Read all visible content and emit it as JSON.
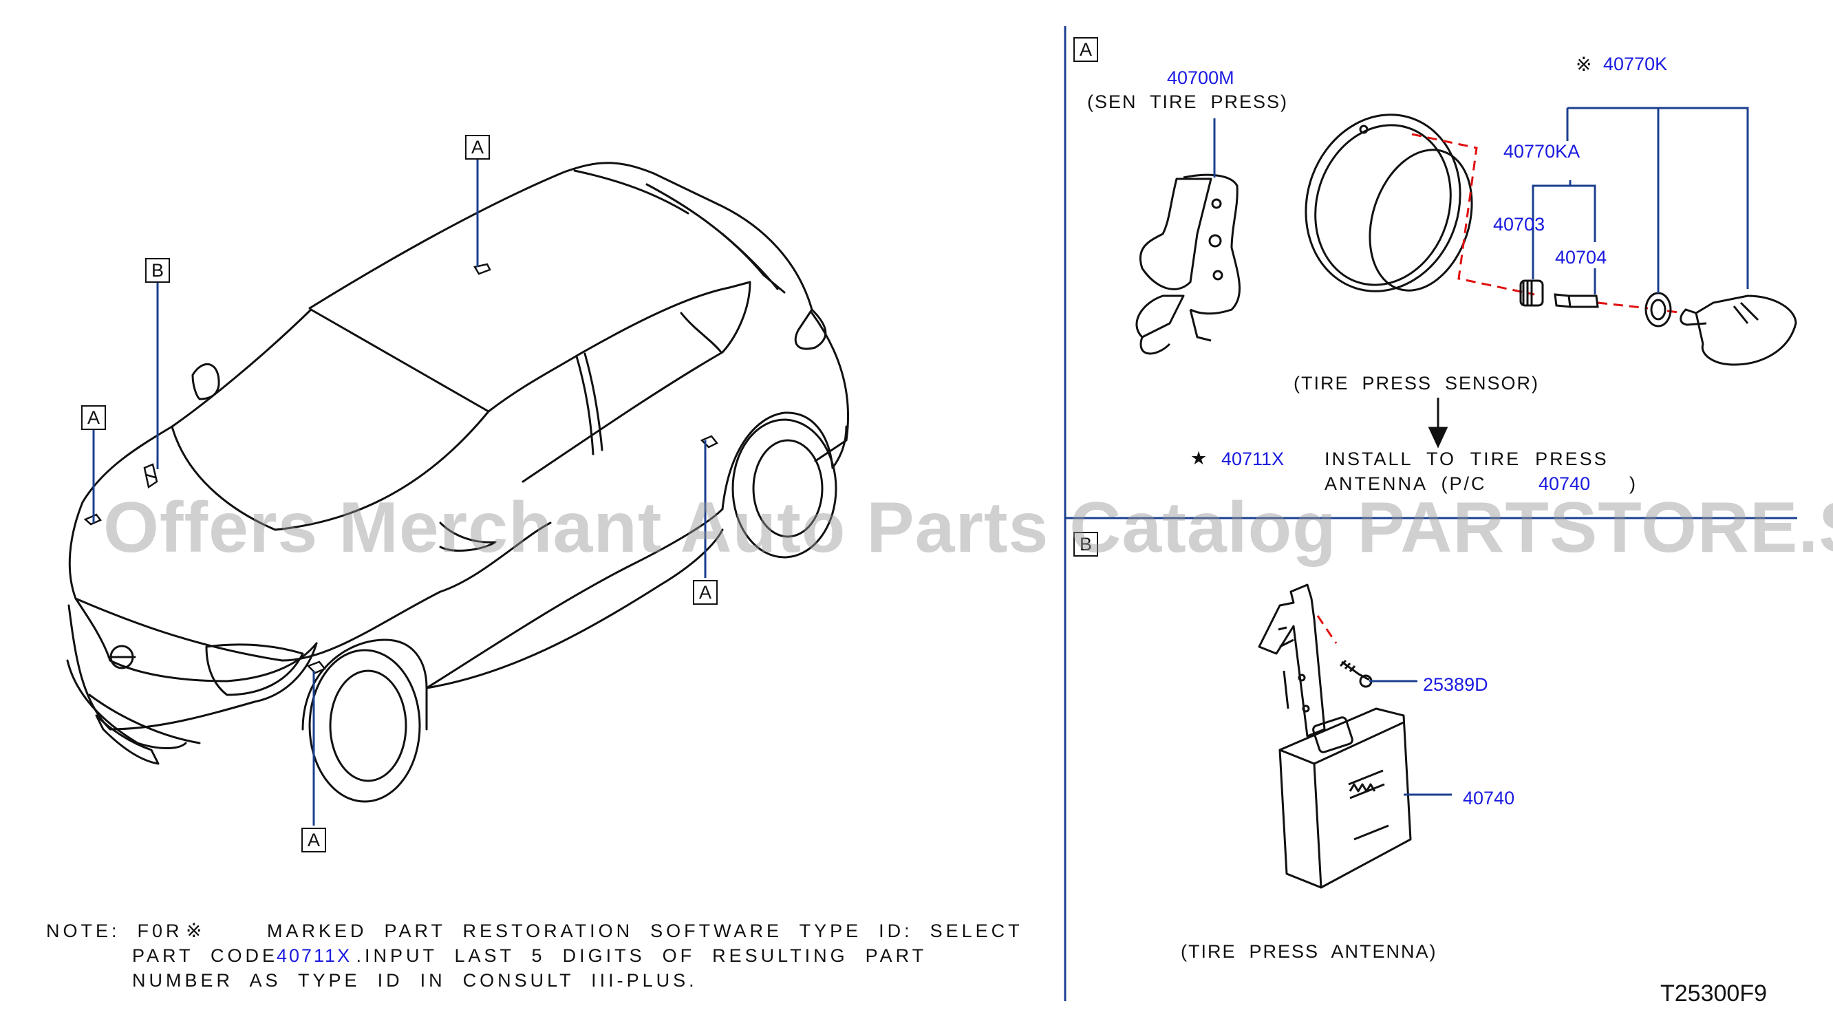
{
  "callouts": {
    "box_a": "A",
    "box_b": "B",
    "box_b_section": "B"
  },
  "section_a": {
    "label": "A",
    "sensor_part": "40700M",
    "sensor_desc": "(SEN  TIRE  PRESS)",
    "kit_part": "40770K",
    "kit_mark": "※",
    "subkit_part": "40770KA",
    "cap_part": "40703",
    "valve_part": "40704",
    "caption": "(TIRE  PRESS  SENSOR)",
    "star": "★",
    "install_part": "40711X",
    "install_text_1": "INSTALL  TO  TIRE  PRESS",
    "install_text_2": "ANTENNA  (P/C",
    "install_ref": "40740",
    "install_close": ")"
  },
  "section_b": {
    "label": "B",
    "screw_part": "25389D",
    "antenna_part": "40740",
    "caption": "(TIRE  PRESS  ANTENNA)"
  },
  "note": {
    "prefix": "NOTE:  F0R",
    "mark": "※",
    "line1": "MARKED  PART  RESTORATION  SOFTWARE  TYPE  ID:  SELECT",
    "line2_a": "PART  CODE",
    "line2_code": "40711X",
    "line2_b": " .INPUT  LAST  5  DIGITS  OF  RESULTING  PART",
    "line3": "NUMBER  AS  TYPE  ID  IN  CONSULT  III-PLUS."
  },
  "watermark": "Offers Merchant Auto Parts Catalog PARTSTORE.SA",
  "diagram_code": "T25300F9",
  "colors": {
    "part_number": "#1a1ae0",
    "leader_line": "#1b3f8f",
    "dashed_line": "#e01010",
    "outline": "#111111"
  }
}
